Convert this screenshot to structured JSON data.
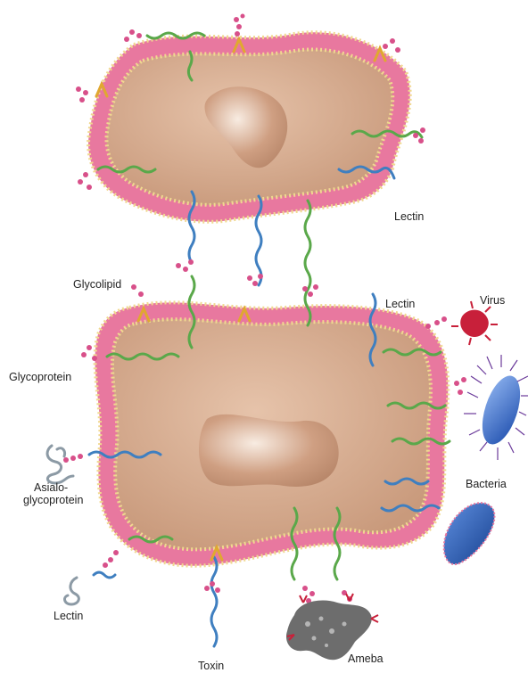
{
  "labels": {
    "lectin_top": "Lectin",
    "glycolipid": "Glycolipid",
    "lectin_mid": "Lectin",
    "virus": "Virus",
    "glycoprotein": "Glycoprotein",
    "asialo_line1": "Asialo-",
    "asialo_line2": "glycoprotein",
    "bacteria": "Bacteria",
    "lectin_bottom": "Lectin",
    "toxin": "Toxin",
    "ameba": "Ameba"
  },
  "colors": {
    "cytoplasm": "#d9ad91",
    "membrane_pink": "#e8789f",
    "membrane_head": "#f0d890",
    "nucleus": "#c9977a",
    "glycoprotein_green": "#5aa84a",
    "lectin_blue": "#3f7fc0",
    "glycolipid_yellow": "#e0a830",
    "sugar_pink": "#d8508a",
    "virus_red": "#c8203a",
    "bacteria_blue": "#2a5fbf",
    "ameba_gray": "#6d6d6d"
  }
}
